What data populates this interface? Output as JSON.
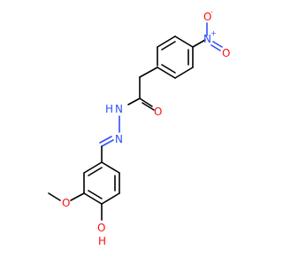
{
  "molecule": {
    "atoms": {
      "nitro_n": {
        "text": "N",
        "charge": "+",
        "color": "#3050f8"
      },
      "nitro_o_minus": {
        "text": "O",
        "charge": "-",
        "color": "#ff0d0d"
      },
      "nitro_o": {
        "text": "O",
        "color": "#ff0d0d"
      },
      "amide_o": {
        "text": "O",
        "color": "#ff0d0d"
      },
      "amide_nh": {
        "text": "N",
        "h": "H",
        "color": "#3050f8"
      },
      "imine_n": {
        "text": "N",
        "color": "#3050f8"
      },
      "methoxy_o": {
        "text": "O",
        "color": "#ff0d0d"
      },
      "hydroxy_o": {
        "text": "O",
        "h": "H",
        "color": "#ff0d0d"
      }
    }
  }
}
